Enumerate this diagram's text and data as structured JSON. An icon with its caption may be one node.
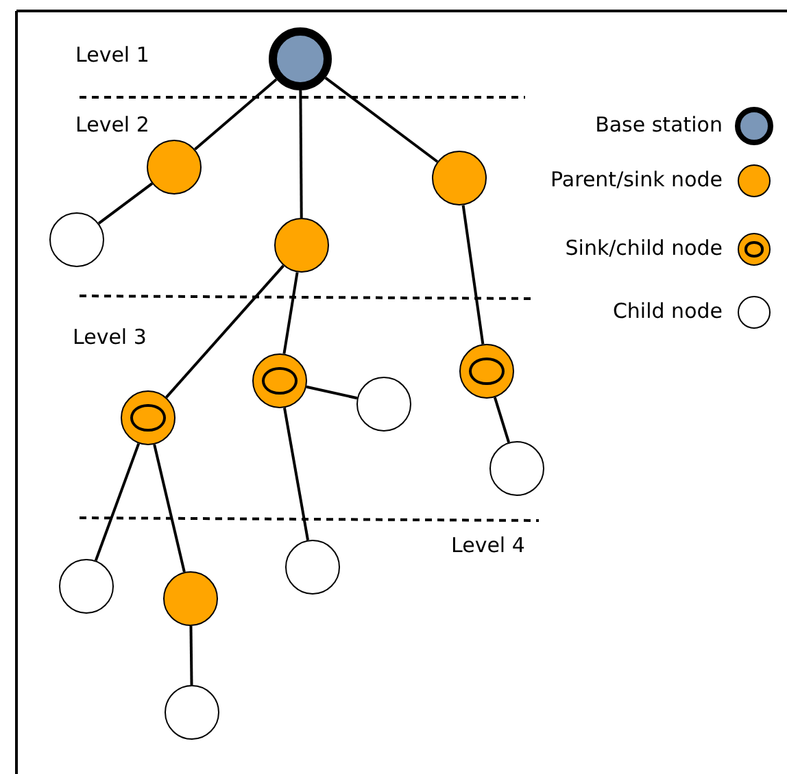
{
  "diagram": {
    "nodes": [
      {
        "text": [],
        "shape": "circle"
      },
      {
        "text": [],
        "shape": "circle"
      },
      {
        "text": [],
        "shape": "circle"
      },
      {
        "text": [],
        "shape": "circle"
      },
      {
        "text": [],
        "shape": "circle"
      },
      {
        "text": [],
        "shape": "circle"
      },
      {
        "text": [],
        "shape": "circle"
      },
      {
        "text": [],
        "shape": "circle"
      },
      {
        "text": [],
        "shape": "circle"
      },
      {
        "text": [],
        "shape": "circle"
      },
      {
        "text": [],
        "shape": "circle"
      },
      {
        "text": [],
        "shape": "circle"
      },
      {
        "text": [],
        "shape": "circle"
      },
      {
        "text": [],
        "shape": "circle"
      }
    ],
    "edges": [
      {
        "from": 0,
        "to": 1,
        "arrow": "none"
      },
      {
        "from": 0,
        "to": 4,
        "arrow": "none"
      },
      {
        "from": 0,
        "to": 2,
        "arrow": "none"
      },
      {
        "from": 1,
        "to": 3,
        "arrow": "none"
      },
      {
        "from": 4,
        "to": 8,
        "arrow": "none"
      },
      {
        "from": 4,
        "to": 6,
        "arrow": "none"
      },
      {
        "from": 6,
        "to": 7,
        "arrow": "none"
      },
      {
        "from": 6,
        "to": 10,
        "arrow": "none"
      },
      {
        "from": 2,
        "to": 5,
        "arrow": "none"
      },
      {
        "from": 5,
        "to": 9,
        "arrow": "none"
      },
      {
        "from": 8,
        "to": 11,
        "arrow": "none"
      },
      {
        "from": 8,
        "to": 12,
        "arrow": "none"
      },
      {
        "from": 12,
        "to": 13,
        "arrow": "none"
      }
    ],
    "labels": [
      "Level 1",
      "Level 2",
      "Level 3",
      "Level 4"
    ],
    "legend": [
      {
        "text": "Base station",
        "color": "#7b97b8"
      },
      {
        "text": "Parent/sink node",
        "color": "#ffa500"
      },
      {
        "text": "Sink/child node",
        "color": "#ffa500"
      },
      {
        "text": "Child node",
        "color": "#ffffff"
      }
    ]
  }
}
